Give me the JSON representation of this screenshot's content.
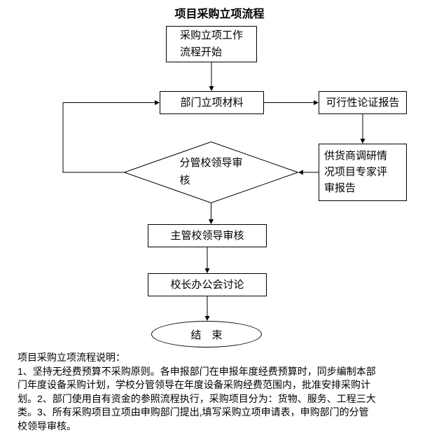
{
  "title": "项目采购立项流程",
  "nodes": {
    "start": {
      "label": "采购立项工作\n流程开始"
    },
    "dept_material": {
      "label": "部门立项材料"
    },
    "feasibility_report": {
      "label": "可行性论证报告"
    },
    "supplier_review": {
      "label": "供货商调研情\n况项目专家评\n审报告"
    },
    "branch_leader_review": {
      "label": "分管校领导审\n核"
    },
    "chief_leader_review": {
      "label": "主管校领导审核"
    },
    "principal_meeting": {
      "label": "校长办公会讨论"
    },
    "end": {
      "label": "结　束"
    }
  },
  "notes": {
    "lines": [
      "项目采购立项流程说明：",
      "1、坚持无经费预算不采购原则。各申报部门在申报年度经费预算时，同步编制本部",
      "门年度设备采购计划，学校分管领导在年度设备采购经费范围内，批准安排采购计",
      "划。2、部门使用自有资金的参照流程执行，采购项目分为：货物、服务、工程三大",
      "类。3、所有采购项目立项由申购部门提出,填写采购立项申请表，申购部门的分管",
      "校领导审核。"
    ]
  },
  "colors": {
    "stroke": "#000000",
    "shape_fill": "#ffffff",
    "text": "#000000"
  }
}
